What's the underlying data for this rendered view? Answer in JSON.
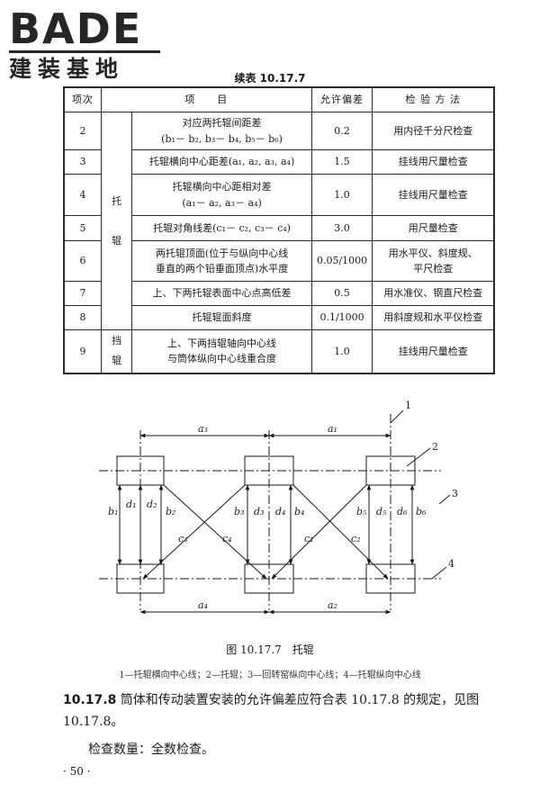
{
  "logo": {
    "main": "BADE",
    "sub": "建装基地"
  },
  "table_title": "续表 10.17.7",
  "table": {
    "headers": [
      "项次",
      "项　　目",
      "允许偏差",
      "检 验 方 法"
    ],
    "groups": [
      {
        "label": "托辊",
        "chars": [
          "托",
          "辊"
        ]
      },
      {
        "label": "挡辊",
        "chars": [
          "挡",
          "辊"
        ]
      }
    ],
    "rows": [
      {
        "no": "2",
        "item_lines": [
          "对应两托辊间距差",
          "(b₁－ b₂, b₃－ b₄, b₅－ b₆)"
        ],
        "tolerance": "0.2",
        "method": "用内径千分尺检查"
      },
      {
        "no": "3",
        "item_lines": [
          "托辊横向中心距差(a₁, a₂, a₃, a₄)"
        ],
        "tolerance": "1.5",
        "method": "挂线用尺量检查"
      },
      {
        "no": "4",
        "item_lines": [
          "托辊横向中心距相对差",
          "(a₁－ a₂, a₃－ a₄)"
        ],
        "tolerance": "1.0",
        "method": "挂线用尺量检查"
      },
      {
        "no": "5",
        "item_lines": [
          "托辊对角线差(c₁－ c₂, c₃－ c₄)"
        ],
        "tolerance": "3.0",
        "method": "用尺量检查"
      },
      {
        "no": "6",
        "item_lines": [
          "两托辊顶面(位于与纵向中心线",
          "垂直的两个铅垂面顶点)水平度"
        ],
        "tolerance": "0.05/1000",
        "method_lines": [
          "用水平仪、斜度规、",
          "平尺检查"
        ]
      },
      {
        "no": "7",
        "item_lines": [
          "上、下两托辊表面中心点高低差"
        ],
        "tolerance": "0.5",
        "method": "用水准仪、钢直尺检查"
      },
      {
        "no": "8",
        "item_lines": [
          "托辊辊面斜度"
        ],
        "tolerance": "0.1/1000",
        "method": "用斜度规和水平仪检查"
      },
      {
        "no": "9",
        "item_lines": [
          "上、下两挡辊轴向中心线",
          "与筒体纵向中心线重合度"
        ],
        "tolerance": "1.0",
        "method": "挂线用尺量检查"
      }
    ]
  },
  "diagram": {
    "callouts": [
      "1",
      "2",
      "3",
      "4"
    ],
    "dims": {
      "a1": "a₁",
      "a2": "a₂",
      "a3": "a₃",
      "a4": "a₄",
      "b1": "b₁",
      "b2": "b₂",
      "b3": "b₃",
      "b4": "b₄",
      "b5": "b₅",
      "b6": "b₆",
      "c1": "c₁",
      "c2": "c₂",
      "c3": "c₃",
      "c4": "c₄",
      "d1": "d₁",
      "d2": "d₂",
      "d3": "d₃",
      "d4": "d₄",
      "d5": "d₅",
      "d6": "d₆"
    }
  },
  "figure_caption": "图 10.17.7　托辊",
  "figure_legend": "1—托辊横向中心线；2—托辊；3—回转窑纵向中心线；4—托辊纵向中心线",
  "clause": {
    "number": "10.17.8",
    "text": "筒体和传动装置安装的允许偏差应符合表 10.17.8 的规定，见图 10.17.8。"
  },
  "inspection_qty": "检查数量：全数检查。",
  "page_number": "· 50 ·"
}
